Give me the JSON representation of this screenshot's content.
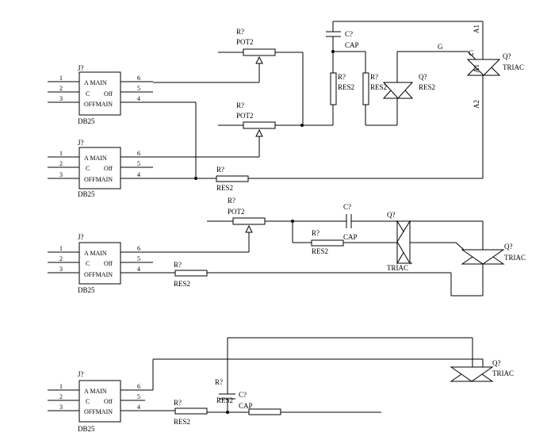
{
  "connector": {
    "designator": "J?",
    "part": "DB25",
    "pins_left": [
      "1",
      "2",
      "3"
    ],
    "pins_right": [
      "6",
      "5",
      "4"
    ],
    "inner_a": "A",
    "inner_main": "MAIN",
    "inner_c": "C",
    "inner_off": "Off",
    "inner_o": "O",
    "inner_fn": "FF",
    "inner_main2": "MAIN"
  },
  "labels": {
    "res_ref": "R?",
    "res_part": "RES2",
    "pot_ref": "R?",
    "pot_part": "POT2",
    "cap_ref": "C?",
    "cap_part": "CAP",
    "triac_ref": "Q?",
    "triac_part": "TRIAC",
    "gate": "G",
    "a1": "A1",
    "a2": "A2"
  }
}
